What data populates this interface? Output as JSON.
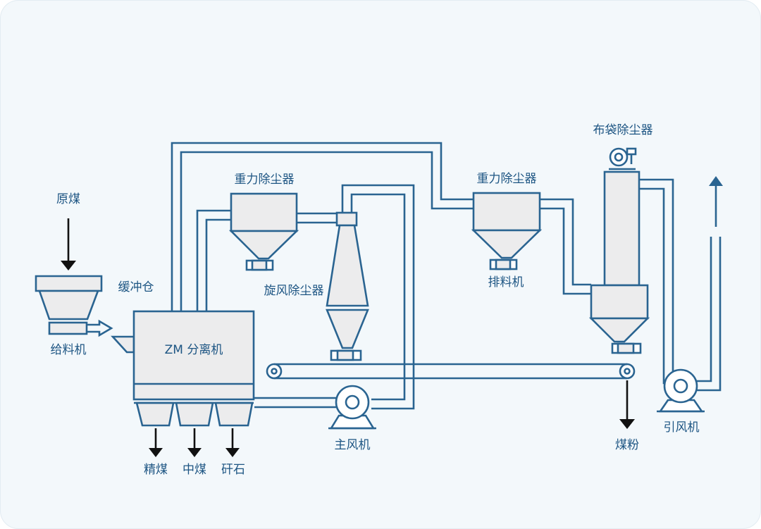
{
  "labels": {
    "raw_coal": "原煤",
    "feeder": "给料机",
    "buffer_bin": "缓冲仓",
    "separator": "ZM 分离机",
    "gravity_dust_collector_1": "重力除尘器",
    "cyclone_dust_collector": "旋风除尘器",
    "gravity_dust_collector_2": "重力除尘器",
    "discharger": "排料机",
    "bag_dust_collector": "布袋除尘器",
    "main_fan": "主风机",
    "induced_draft_fan": "引风机",
    "coal_powder": "煤粉",
    "clean_coal": "精煤",
    "middle_coal": "中煤",
    "gangue": "矸石"
  },
  "colors": {
    "line": "#2a6491",
    "equipment_fill": "#ececed",
    "label": "#1d5583",
    "product_arrow": "#111111",
    "background": "#f3f8fb"
  }
}
